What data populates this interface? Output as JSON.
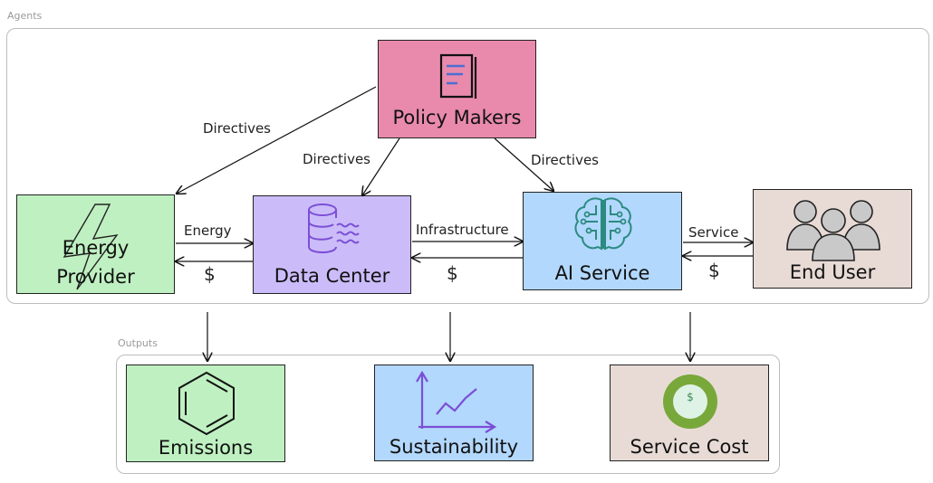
{
  "groups": {
    "agents_label": "Agents",
    "outputs_label": "Outputs"
  },
  "nodes": {
    "policy_makers": "Policy Makers",
    "energy_provider_line1": "Energy",
    "energy_provider_line2": "Provider",
    "data_center": "Data Center",
    "ai_service": "AI Service",
    "end_user": "End User",
    "emissions": "Emissions",
    "sustainability": "Sustainability",
    "service_cost": "Service Cost"
  },
  "edges": {
    "directives_1": "Directives",
    "directives_2": "Directives",
    "directives_3": "Directives",
    "energy": "Energy",
    "infrastructure": "Infrastructure",
    "service": "Service",
    "dollar_1": "$",
    "dollar_2": "$",
    "dollar_3": "$",
    "coin_symbol": "$"
  },
  "colors": {
    "policy_fill": "#e98aac",
    "green_fill": "#bff0c1",
    "purple_fill": "#cbbcf9",
    "blue_fill": "#b2d8fd",
    "beige_fill": "#e8dbd5",
    "icon_blue": "#4a6fd1",
    "icon_teal": "#2c8a80",
    "icon_purple": "#7b4fd6",
    "coin_green": "#78a83a"
  }
}
